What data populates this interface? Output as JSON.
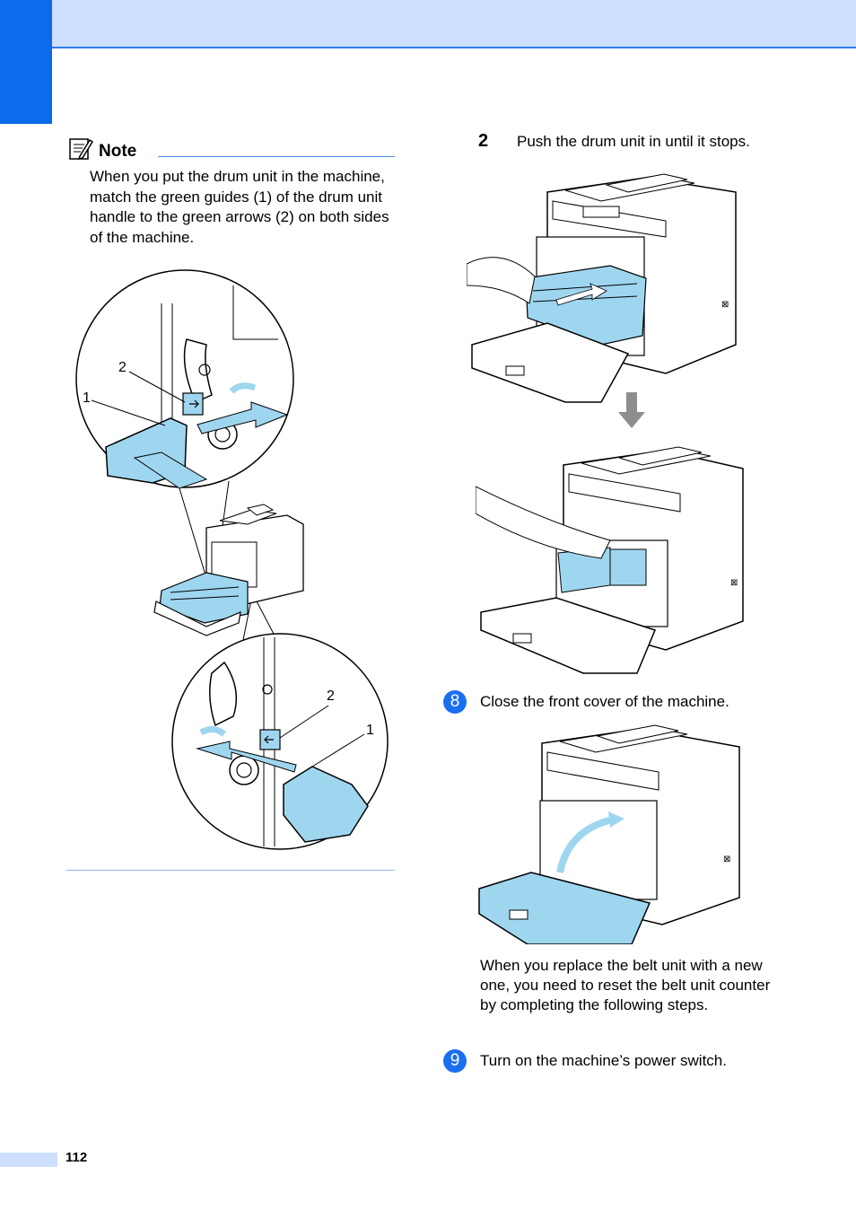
{
  "note": {
    "title": "Note",
    "text": "When you put the drum unit in the machine, match the green guides (1) of the drum unit handle to the green arrows (2) on both sides of the machine."
  },
  "callouts": {
    "top_guide": "1",
    "top_arrow": "2",
    "bottom_guide": "1",
    "bottom_arrow": "2"
  },
  "steps": {
    "sub2": {
      "number": "2",
      "text": "Push the drum unit in until it stops."
    },
    "step8": {
      "number": "8",
      "text": "Close the front cover of the machine."
    },
    "paragraph": "When you replace the belt unit with a new one, you need to reset the belt unit counter by completing the following steps.",
    "step9": {
      "number": "9",
      "text": "Turn on the machine’s power switch."
    }
  },
  "page": {
    "number": "112"
  },
  "colors": {
    "accent_blue": "#0b6bea",
    "band_blue": "#cfe0ff",
    "illustration_cyan": "#9fd6ef"
  }
}
